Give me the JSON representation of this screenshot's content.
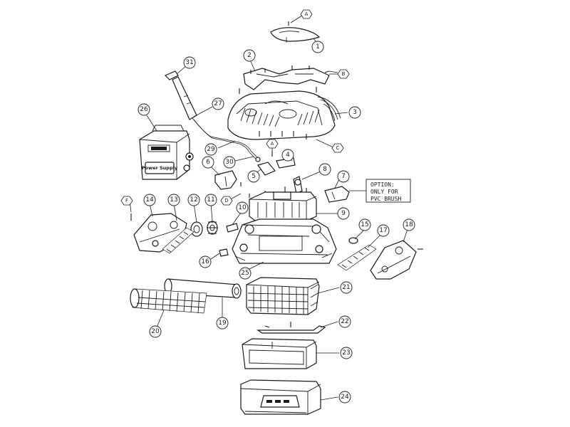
{
  "callouts": [
    {
      "id": "1",
      "label": "1"
    },
    {
      "id": "2",
      "label": "2"
    },
    {
      "id": "3",
      "label": "3"
    },
    {
      "id": "4",
      "label": "4"
    },
    {
      "id": "5",
      "label": "5"
    },
    {
      "id": "6",
      "label": "6"
    },
    {
      "id": "7",
      "label": "7"
    },
    {
      "id": "8",
      "label": "8"
    },
    {
      "id": "9",
      "label": "9"
    },
    {
      "id": "10",
      "label": "10"
    },
    {
      "id": "11",
      "label": "11"
    },
    {
      "id": "12",
      "label": "12"
    },
    {
      "id": "13",
      "label": "13"
    },
    {
      "id": "14",
      "label": "14"
    },
    {
      "id": "15",
      "label": "15"
    },
    {
      "id": "16",
      "label": "16"
    },
    {
      "id": "17",
      "label": "17"
    },
    {
      "id": "18",
      "label": "18"
    },
    {
      "id": "19",
      "label": "19"
    },
    {
      "id": "20",
      "label": "20"
    },
    {
      "id": "21",
      "label": "21"
    },
    {
      "id": "22",
      "label": "22"
    },
    {
      "id": "23",
      "label": "23"
    },
    {
      "id": "24",
      "label": "24"
    },
    {
      "id": "25",
      "label": "25"
    },
    {
      "id": "26",
      "label": "26"
    },
    {
      "id": "27",
      "label": "27"
    },
    {
      "id": "29",
      "label": "29"
    },
    {
      "id": "30",
      "label": "30"
    },
    {
      "id": "31",
      "label": "31"
    }
  ],
  "hardware_tags": {
    "A": "A",
    "B": "B",
    "C": "C",
    "D": "D",
    "F": "F"
  },
  "option_note": {
    "line1": "OPTION:",
    "line2": "ONLY FOR",
    "line3": "PVC BRUSH"
  },
  "power_supply_label": "Power Supply"
}
